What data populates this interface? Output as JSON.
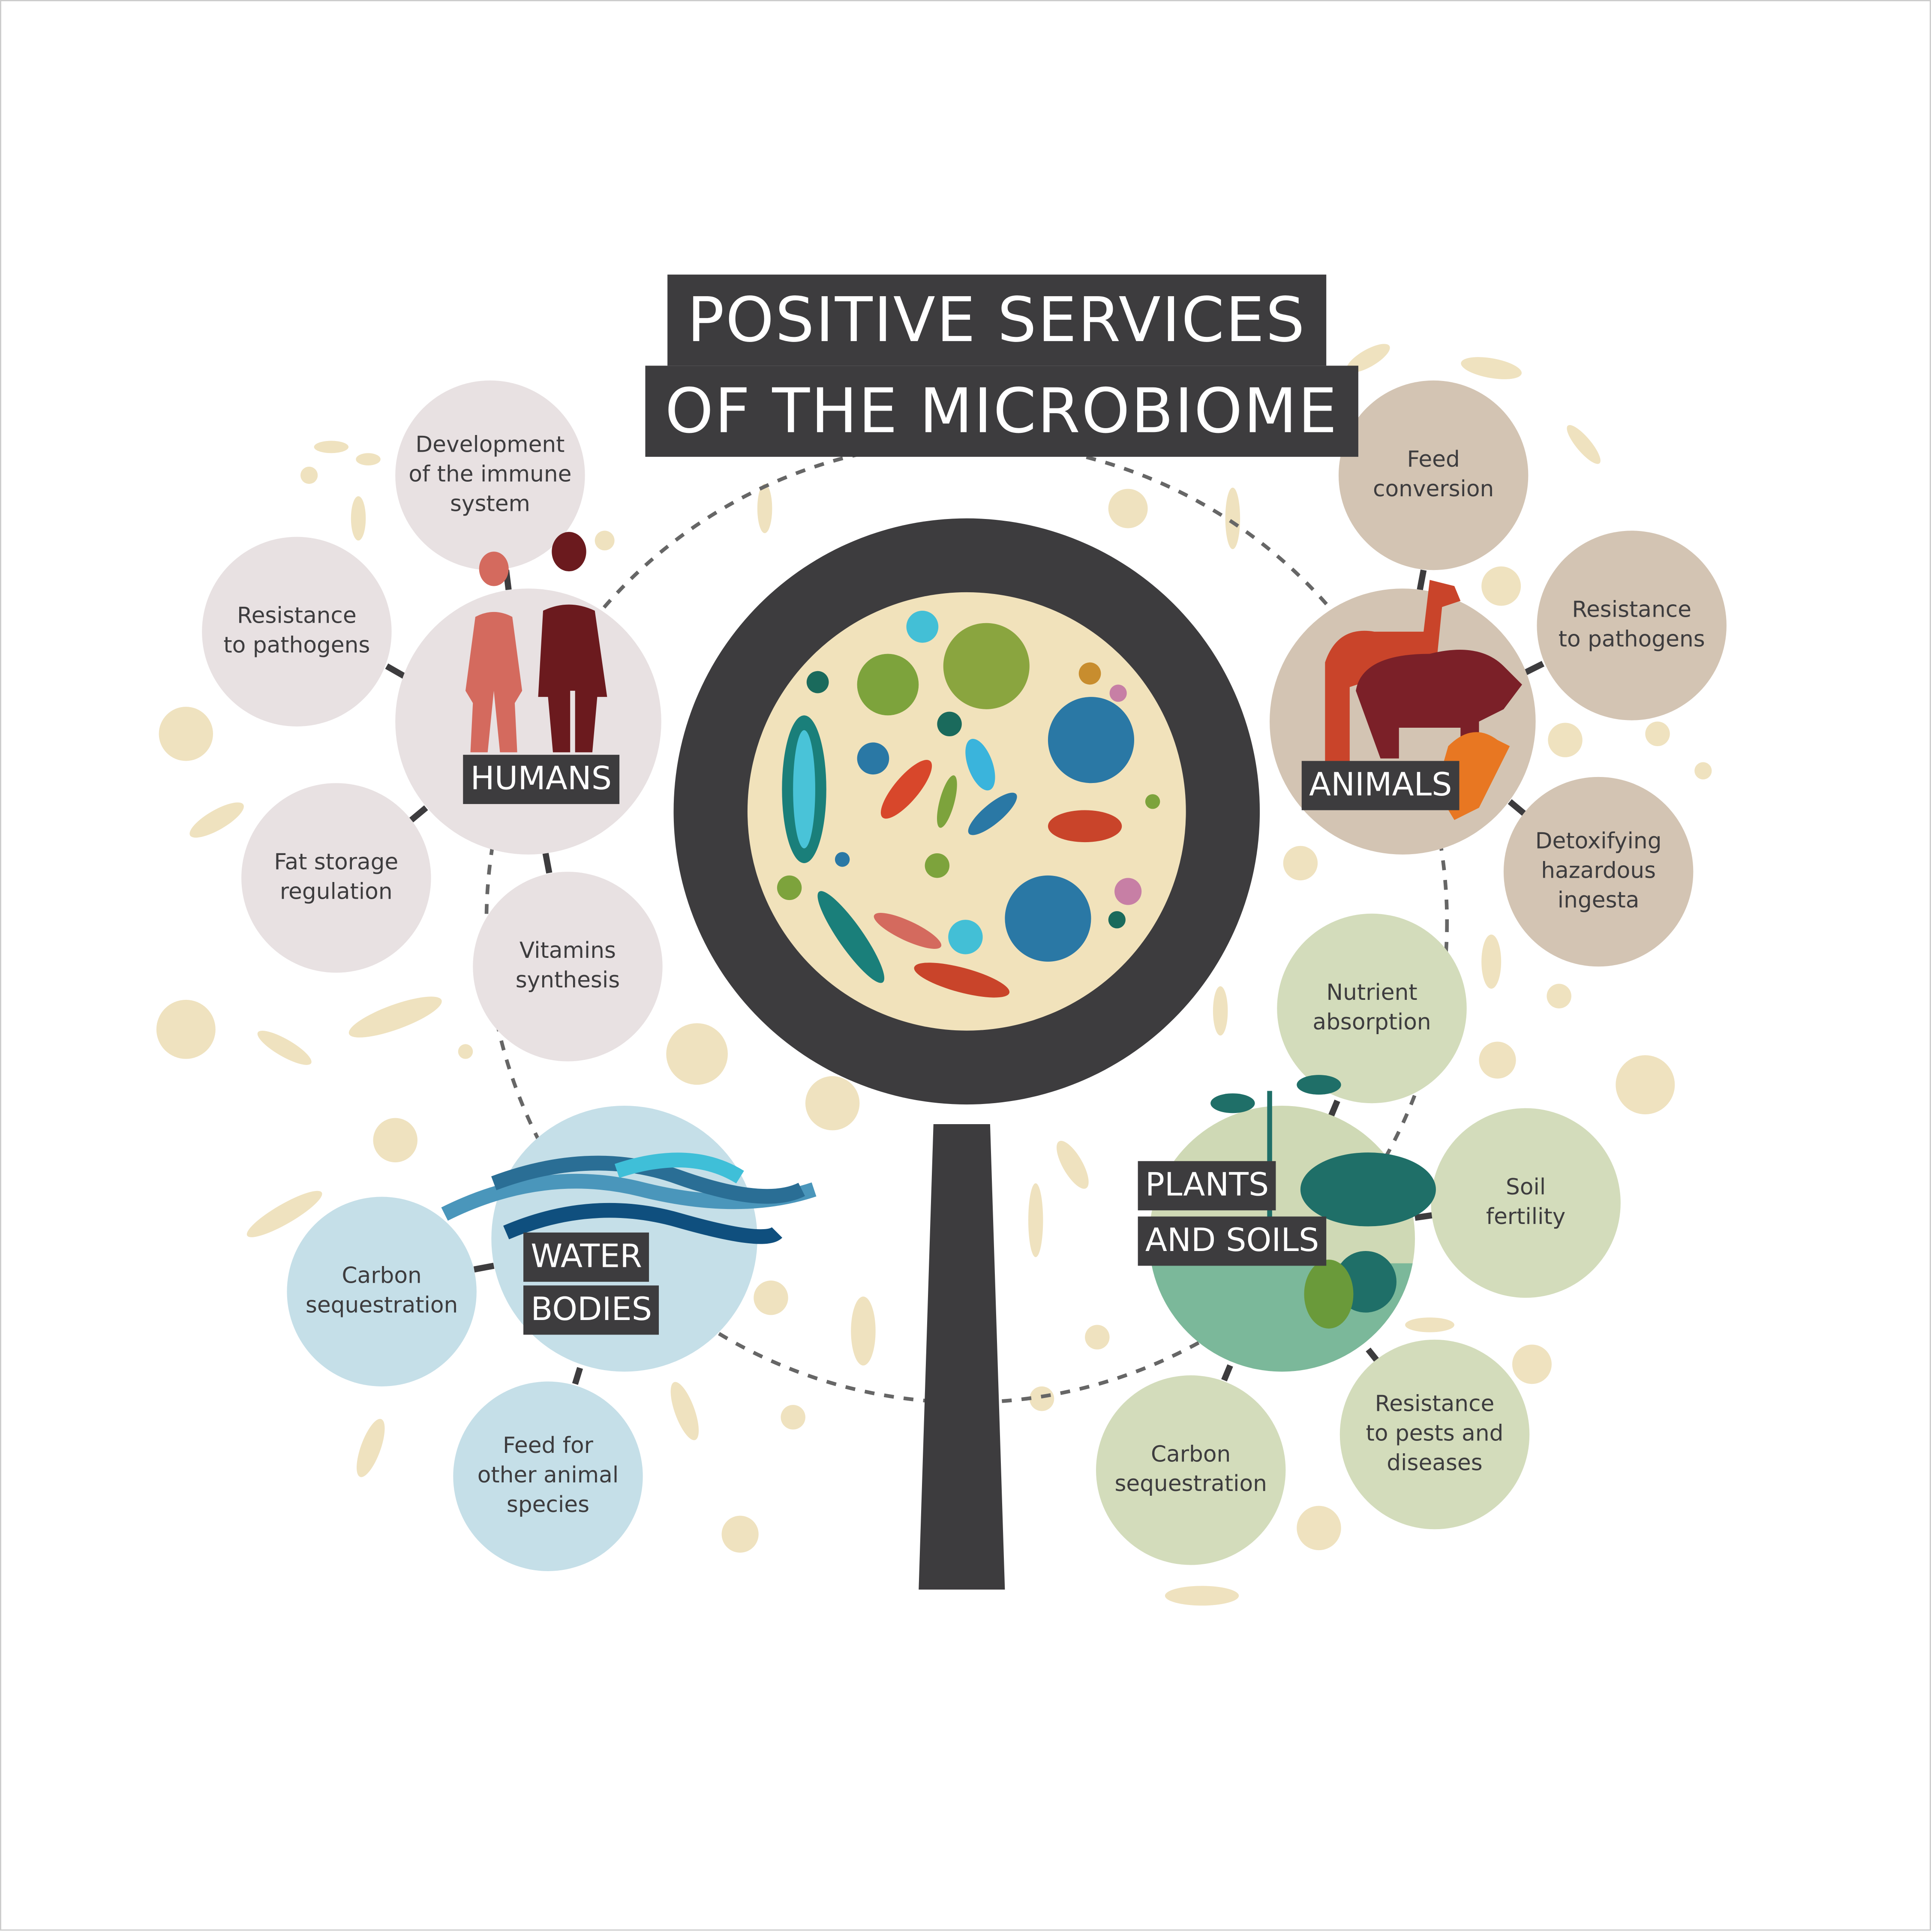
{
  "title": {
    "line1": "POSITIVE SERVICES",
    "line2": "OF THE MICROBIOME"
  },
  "colors": {
    "dark": "#3d3c3e",
    "humans": "#e8e1e2",
    "animals": "#d3c4b3",
    "plants": "#d3dcbb",
    "water": "#c5dfe8",
    "lens": "#f1e2bb",
    "microbe_bg": "#efe2bf"
  },
  "humans": {
    "label": "HUMANS",
    "services": [
      "Development\nof the immune\nsystem",
      "Resistance\nto pathogens",
      "Fat storage\nregulation",
      "Vitamins\nsynthesis"
    ]
  },
  "animals": {
    "label": "ANIMALS",
    "services": [
      "Feed\nconversion",
      "Resistance\nto pathogens",
      "Detoxifying\nhazardous\ningesta"
    ]
  },
  "plants": {
    "label_line1": "PLANTS",
    "label_line2": "AND SOILS",
    "services": [
      "Nutrient\nabsorption",
      "Soil\nfertility",
      "Resistance\nto pests and\ndiseases",
      "Carbon\nsequestration"
    ]
  },
  "water": {
    "label_line1": "WATER",
    "label_line2": "BODIES",
    "services": [
      "Carbon\nsequestration",
      "Feed for\nother animal\nspecies"
    ]
  }
}
